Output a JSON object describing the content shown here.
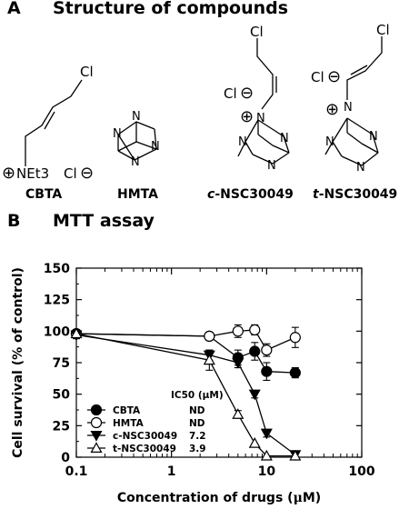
{
  "panelA": {
    "letter": "A",
    "title": "Structure of compounds",
    "compounds": [
      {
        "name": "CBTA",
        "prefix": "",
        "stem": "CBTA"
      },
      {
        "name": "HMTA",
        "prefix": "",
        "stem": "HMTA"
      },
      {
        "name": "c-NSC30049",
        "prefix": "c",
        "stem": "-NSC30049"
      },
      {
        "name": "t-NSC30049",
        "prefix": "t",
        "stem": "-NSC30049"
      }
    ],
    "atoms": {
      "chlorine": "Cl",
      "nitrogen": "N",
      "triethylammonium": "NEt3",
      "plus": "⊕",
      "minus": "⊖"
    }
  },
  "panelB": {
    "letter": "B",
    "title": "MTT assay"
  },
  "chart_data": {
    "type": "scatter",
    "title": "MTT assay",
    "xlabel_prefix": "Concentration of drugs (",
    "xlabel_unit": "μ",
    "xlabel_suffix": "M)",
    "ylabel": "Cell survival (% of control)",
    "xscale": "log",
    "xlim": [
      0.1,
      100
    ],
    "ylim": [
      0,
      150
    ],
    "xticks": [
      0.1,
      1,
      10,
      100
    ],
    "xtick_labels": [
      "0.1",
      "1",
      "10",
      "100"
    ],
    "yticks": [
      0,
      25,
      50,
      75,
      100,
      125,
      150
    ],
    "ytick_labels": [
      "0",
      "25",
      "50",
      "75",
      "100",
      "125",
      "150"
    ],
    "grid": false,
    "legend_placement": "bottom-left",
    "legend_header": "IC50 (μM)",
    "series": [
      {
        "name": "CBTA",
        "marker": "circle-filled",
        "ic50": "ND",
        "x": [
          0.1,
          2.5,
          5,
          7.5,
          10,
          20
        ],
        "y": [
          98,
          96,
          79,
          84,
          68,
          67
        ],
        "err": [
          3,
          3,
          6,
          7,
          7,
          4
        ]
      },
      {
        "name": "HMTA",
        "marker": "circle-open",
        "ic50": "ND",
        "x": [
          0.1,
          2.5,
          5,
          7.5,
          10,
          20
        ],
        "y": [
          98,
          96,
          100,
          101,
          85,
          95
        ],
        "err": [
          3,
          3,
          5,
          4,
          5,
          8
        ]
      },
      {
        "name": "c-NSC30049",
        "marker": "triangle-down-filled",
        "ic50": "7.2",
        "x": [
          0.1,
          2.5,
          5,
          7.5,
          10,
          20
        ],
        "y": [
          97,
          81,
          75,
          50,
          19,
          2
        ],
        "err": [
          3,
          4,
          4,
          3,
          3,
          2
        ]
      },
      {
        "name": "t-NSC30049",
        "marker": "triangle-up-open",
        "ic50": "3.9",
        "x": [
          0.1,
          2.5,
          5,
          7.5,
          10,
          20
        ],
        "y": [
          98,
          77,
          34,
          11,
          1,
          1
        ],
        "err": [
          3,
          8,
          3,
          2,
          2,
          2
        ]
      }
    ]
  }
}
